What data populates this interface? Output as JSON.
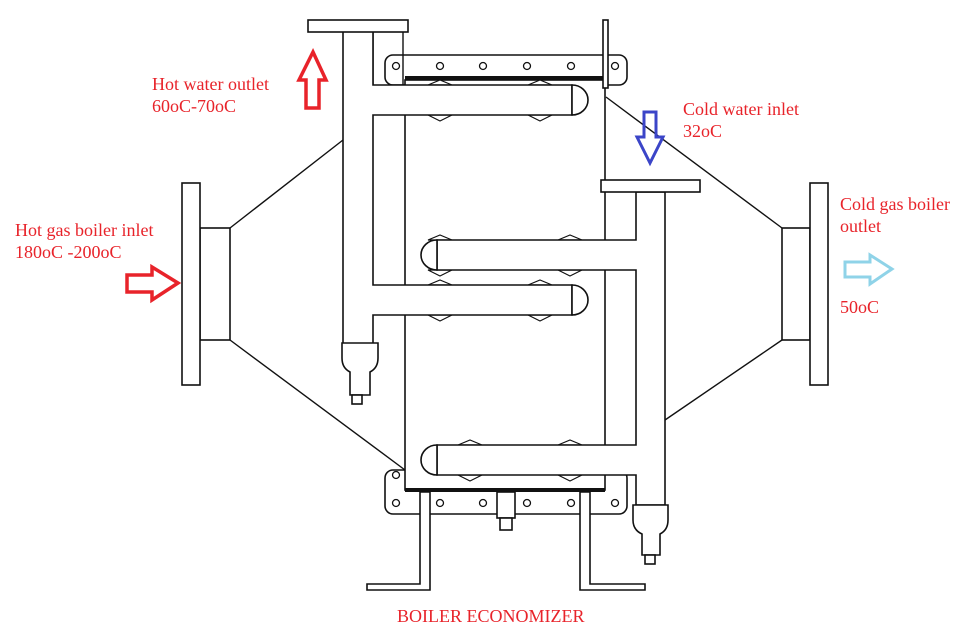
{
  "title": "BOILER ECONOMIZER",
  "labels": {
    "hot_water_outlet": {
      "name": "Hot water outlet",
      "temp": "60oC-70oC"
    },
    "cold_water_inlet": {
      "name": "Cold water inlet",
      "temp": "32oC"
    },
    "hot_gas_inlet": {
      "name": "Hot gas boiler inlet",
      "temp": "180oC -200oC"
    },
    "cold_gas_outlet": {
      "name_line1": "Cold gas boiler",
      "name_line2": "outlet",
      "temp": "50oC"
    }
  },
  "colors": {
    "hot": "#e8232a",
    "cold_water": "#3b45c8",
    "cold_gas": "#8fd3e8",
    "label": "#e8232a"
  }
}
